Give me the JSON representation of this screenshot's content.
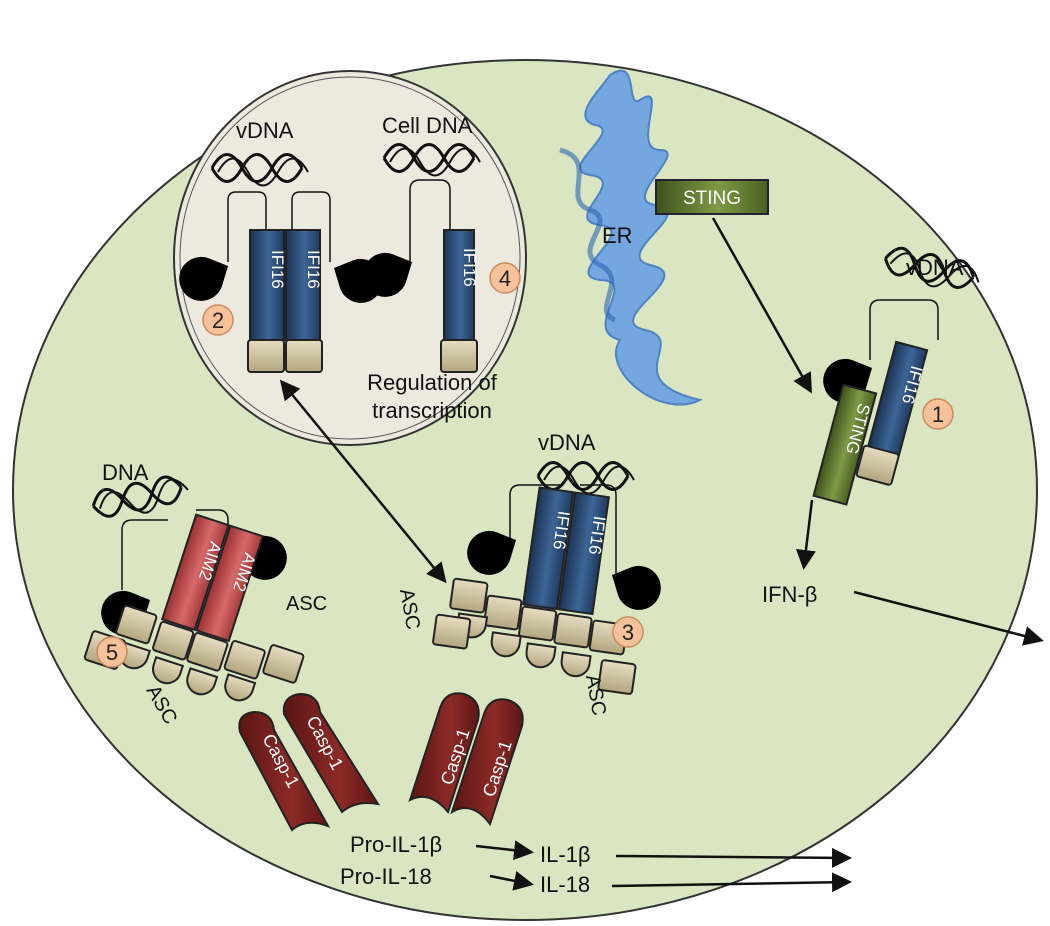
{
  "labels": {
    "vdna_nucleus": "vDNA",
    "cell_dna": "Cell DNA",
    "vdna_right": "vDNA",
    "vdna_bottom": "vDNA",
    "dna_aim2": "DNA",
    "er": "ER",
    "sting_top": "STING",
    "sting_right": "STING",
    "regulation_line1": "Regulation of",
    "regulation_line2": "transcription",
    "ifnb": "IFN-β",
    "pro_il1b": "Pro-IL-1β",
    "pro_il18": "Pro-IL-18",
    "il1b": "IL-1β",
    "il18": "IL-18",
    "ifi16": "IFI16",
    "aim2": "AIM2",
    "asc": "ASC",
    "casp1": "Casp-1"
  },
  "numbers": [
    "1",
    "2",
    "3",
    "4",
    "5"
  ],
  "colors": {
    "cell": "#d9e6c1",
    "nucleus": "#eeebe1",
    "er": "#5b93dc",
    "ifi16": "#2e4f78",
    "aim2": "#b8474a",
    "sting": "#556b2c",
    "casp": "#6e1d1b",
    "asc": "#cfc4a2",
    "badge": "#f7c29a"
  }
}
